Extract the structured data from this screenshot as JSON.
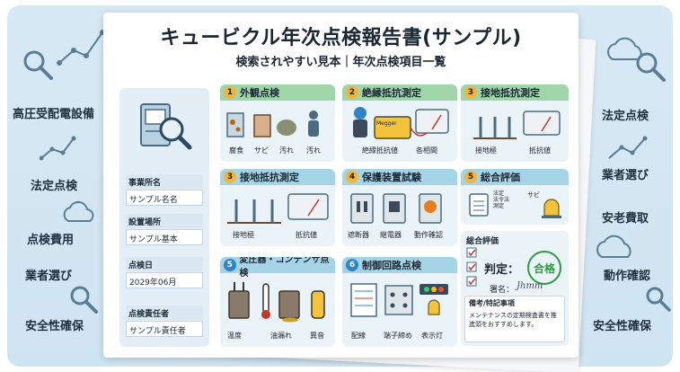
{
  "document": {
    "title": "キュービクル年次点検報告書(サンプル)",
    "subtitle": "検索されやすい見本｜年次点検項目一覧"
  },
  "left_keywords": [
    "高圧受配電設備",
    "法定点検",
    "点検費用",
    "業者選び",
    "安全性確保"
  ],
  "right_keywords": [
    "法定点検",
    "業者選び",
    "安老費取",
    "動作確認",
    "安全性確保"
  ],
  "info_fields": [
    {
      "label": "事業所名",
      "value": "サンプル名名"
    },
    {
      "label": "設置場所",
      "value": "サンプル基本"
    },
    {
      "label": "点検日",
      "value": "2029年06月"
    },
    {
      "label": "点検責任者",
      "value": "サンプル責任者"
    }
  ],
  "cards": [
    {
      "num": "1",
      "title": "外観点検",
      "captions": [
        "腐食",
        "サビ",
        "汚れ",
        "汚れ"
      ]
    },
    {
      "num": "2",
      "title": "絶縁抵抗測定",
      "captions": [
        "絶縁抵抗値",
        "各相間"
      ],
      "meter_label": "Megger"
    },
    {
      "num": "3",
      "title": "接地抵抗測定",
      "captions": [
        "接地極",
        "抵抗値"
      ]
    },
    {
      "num": "3",
      "title": "接地抵抗測定",
      "captions": [
        "接地極",
        "抵抗値"
      ]
    },
    {
      "num": "4",
      "title": "保護装置試験",
      "captions": [
        "遮断器",
        "継電器",
        "動作確認"
      ]
    },
    {
      "num": "5",
      "title": "総合評価",
      "captions": [
        "法定\n法令法\n測定",
        "サビ"
      ]
    },
    {
      "num": "5",
      "title": "変圧器・コンデンサ点検",
      "captions": [
        "温度",
        "油漏れ",
        "異音"
      ]
    },
    {
      "num": "6",
      "title": "制御回路点検",
      "captions": [
        "配線",
        "端子締め",
        "表示灯"
      ]
    }
  ],
  "evaluation": {
    "header": "総合評価",
    "verdict_label": "判定：",
    "verdict_stamp": "合格",
    "signature_label": "署名：",
    "signature": "Jhmm",
    "note_title": "備考/特記事項",
    "note_text": "メンテナンスの定期検査書を推進頭をおすすめします。"
  },
  "colors": {
    "background": "#d3e7f3",
    "header_green": "#9fd5a9",
    "header_blue": "#a5d4e6",
    "header_yellow": "#f2cf68",
    "stamp_green": "#2e9b3e"
  }
}
